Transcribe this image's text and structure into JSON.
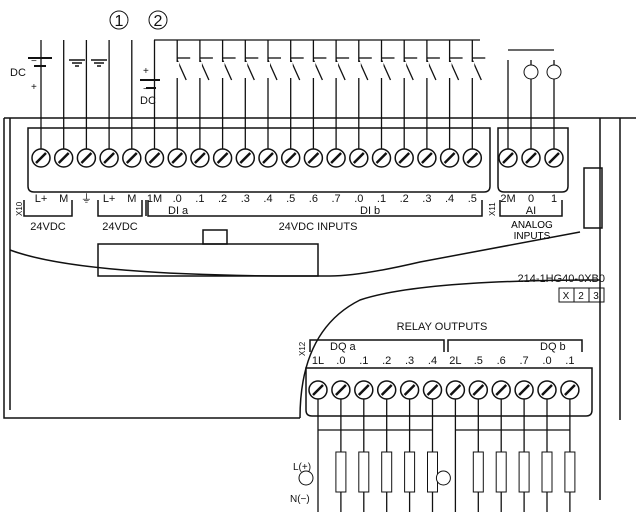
{
  "callouts": [
    "1",
    "2"
  ],
  "supply": {
    "dc_label_left": "DC",
    "dc_label_right": "DC",
    "plus": "+",
    "minus": "−"
  },
  "top_terminals": {
    "connector_x10": "X10",
    "connector_x11": "X11",
    "labels": [
      "L+",
      "M",
      "⏚",
      "L+",
      "M",
      "1M",
      ".0",
      ".1",
      ".2",
      ".3",
      ".4",
      ".5",
      ".6",
      ".7",
      ".0",
      ".1",
      ".2",
      ".3",
      ".4",
      ".5"
    ],
    "analog_labels": [
      "2M",
      "0",
      "1"
    ],
    "group_sensor_out": "24VDC",
    "group_sensor_in": "24VDC",
    "group_dia": "DI a",
    "group_dib": "DI b",
    "group_inputs": "24VDC INPUTS",
    "group_ai": "AI",
    "group_analog": "ANALOG INPUTS"
  },
  "module": {
    "order_number": "214-1HG40-0XB0",
    "version_boxes": [
      "X",
      "2",
      "3"
    ]
  },
  "bottom_terminals": {
    "connector_x12": "X12",
    "title": "RELAY OUTPUTS",
    "group_dqa": "DQ a",
    "group_dqb": "DQ b",
    "labels": [
      "1L",
      ".0",
      ".1",
      ".2",
      ".3",
      ".4",
      "2L",
      ".5",
      ".6",
      ".7",
      ".0",
      ".1"
    ],
    "line_label": "L(+)",
    "neutral_label": "N(−)"
  }
}
